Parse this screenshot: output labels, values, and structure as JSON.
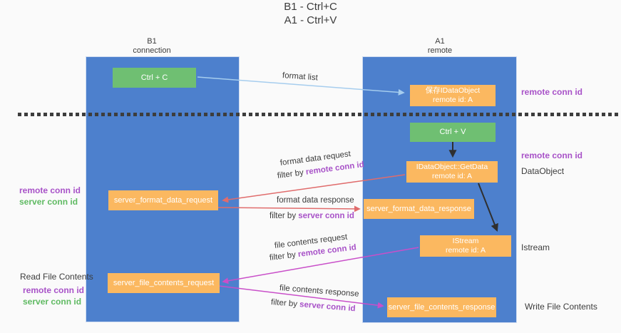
{
  "title": {
    "line1": "B1 - Ctrl+C",
    "line2": "A1 - Ctrl+V"
  },
  "lifelines": {
    "b1": {
      "name": "B1",
      "role": "connection"
    },
    "a1": {
      "name": "A1",
      "role": "remote"
    }
  },
  "nodes": {
    "ctrl_c": "Ctrl + C",
    "ctrl_v": "Ctrl + V",
    "save_idataobject_line1": "保存IDataObject",
    "save_idataobject_line2": "remote id: A",
    "getdata_line1": "IDataObject::GetData",
    "getdata_line2": "remote id: A",
    "istream_line1": "IStream",
    "istream_line2": "remote id: A",
    "server_format_data_request": "server_format_data_request",
    "server_format_data_response": "server_format_data_response",
    "server_file_contents_request": "server_file_contents_request",
    "server_file_contents_response": "server_file_contents_response"
  },
  "edge_labels": {
    "format_list": "format list",
    "format_data_request": "format data request",
    "format_data_response": "format data response",
    "file_contents_request": "file contents request",
    "file_contents_response": "file contents response",
    "filter_by": "filter by ",
    "remote_conn_id": "remote conn id",
    "server_conn_id": "server conn id"
  },
  "side_labels": {
    "remote_conn_id": "remote conn id",
    "server_conn_id": "server conn id",
    "dataobject": "DataObject",
    "istream": "Istream",
    "read_file_contents": "Read File Contents",
    "write_file_contents": "Write File Contents"
  },
  "colors": {
    "bg": "#fafafa",
    "column_blue": "#4d80cd",
    "box_orange": "#fbb860",
    "box_green": "#6fbf72",
    "purple_text": "#a852c8",
    "green_text": "#5fba62",
    "arrow_red": "#e06c6c",
    "arrow_magenta": "#c94fc9",
    "arrow_blue": "#a6cdee",
    "arrow_black": "#2f2f2f",
    "dash": "#3d3d3d",
    "text_dark": "#3c3c3c"
  }
}
